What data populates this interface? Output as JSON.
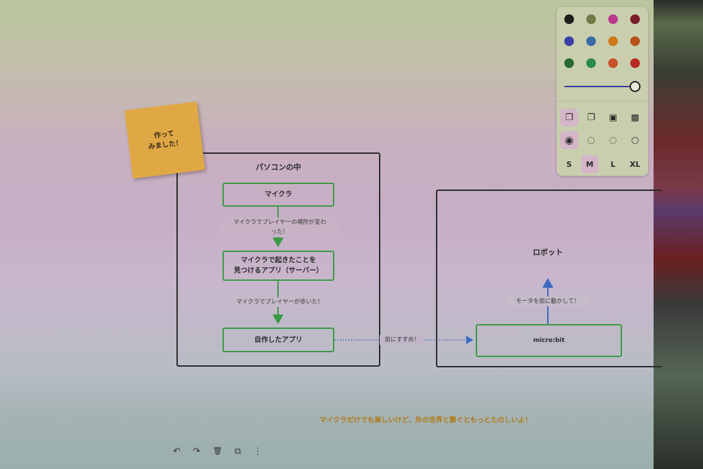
{
  "sticky_note": {
    "text": "作って\nみました！"
  },
  "pc_frame": {
    "title": "パソコンの中"
  },
  "nodes": {
    "minecraft": "マイクラ",
    "server": "マイクラで起きたことを\n見つけるアプリ（サーバー）",
    "app": "自作したアプリ",
    "microbit": "micro:bit"
  },
  "edges": {
    "e1": "マイクラでプレイヤーの場所が変わ\nった！",
    "e2": "マイクラでプレイヤーが歩いた！",
    "e3": "前にすすめ！",
    "e4": "モータを前に動かして！"
  },
  "robot_frame": {
    "title": "ロボット"
  },
  "caption": "マイクラだけでも楽しいけど、外の世界と繋ぐともっとたのしいよ！",
  "style_panel": {
    "colors": [
      "#1e1e1e",
      "#6f7a45",
      "#b8388e",
      "#7a1e2a",
      "#3a3ea8",
      "#3a6aa8",
      "#d0781a",
      "#b8501a",
      "#2a6a30",
      "#2a8a4a",
      "#c8502a",
      "#b82a20"
    ],
    "opacity": 1.0,
    "sizes": [
      "S",
      "M",
      "L",
      "XL"
    ],
    "selected_size": "M"
  },
  "toolbar": {
    "undo": "↶",
    "redo": "↷",
    "delete": "🗑",
    "duplicate": "⧉",
    "more": "⋮"
  }
}
